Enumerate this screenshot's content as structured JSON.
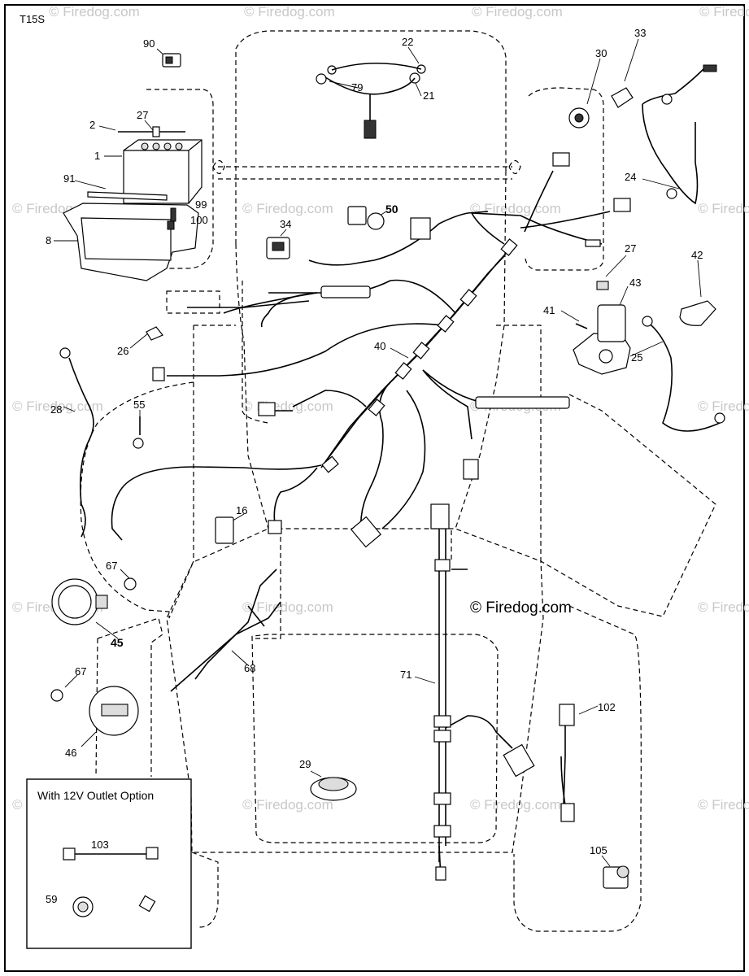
{
  "diagram": {
    "code": "T15S",
    "copyright": "© Firedog.com",
    "watermark": "© Firedog.com",
    "inset_title": "With 12V Outlet Option"
  },
  "callouts": [
    {
      "id": "90",
      "label": "90"
    },
    {
      "id": "27a",
      "label": "27"
    },
    {
      "id": "2",
      "label": "2"
    },
    {
      "id": "1",
      "label": "1"
    },
    {
      "id": "91",
      "label": "91"
    },
    {
      "id": "99",
      "label": "99"
    },
    {
      "id": "100",
      "label": "100"
    },
    {
      "id": "8",
      "label": "8"
    },
    {
      "id": "22",
      "label": "22"
    },
    {
      "id": "79",
      "label": "79"
    },
    {
      "id": "21",
      "label": "21"
    },
    {
      "id": "30",
      "label": "30"
    },
    {
      "id": "33",
      "label": "33"
    },
    {
      "id": "24",
      "label": "24"
    },
    {
      "id": "34",
      "label": "34"
    },
    {
      "id": "50",
      "label": "50"
    },
    {
      "id": "27b",
      "label": "27"
    },
    {
      "id": "42",
      "label": "42"
    },
    {
      "id": "43",
      "label": "43"
    },
    {
      "id": "41",
      "label": "41"
    },
    {
      "id": "26",
      "label": "26"
    },
    {
      "id": "40",
      "label": "40"
    },
    {
      "id": "25",
      "label": "25"
    },
    {
      "id": "28",
      "label": "28"
    },
    {
      "id": "55",
      "label": "55"
    },
    {
      "id": "16",
      "label": "16"
    },
    {
      "id": "67a",
      "label": "67"
    },
    {
      "id": "45",
      "label": "45"
    },
    {
      "id": "68",
      "label": "68"
    },
    {
      "id": "71",
      "label": "71"
    },
    {
      "id": "67b",
      "label": "67"
    },
    {
      "id": "46",
      "label": "46"
    },
    {
      "id": "102",
      "label": "102"
    },
    {
      "id": "29",
      "label": "29"
    },
    {
      "id": "103",
      "label": "103"
    },
    {
      "id": "59",
      "label": "59"
    },
    {
      "id": "105",
      "label": "105"
    }
  ]
}
